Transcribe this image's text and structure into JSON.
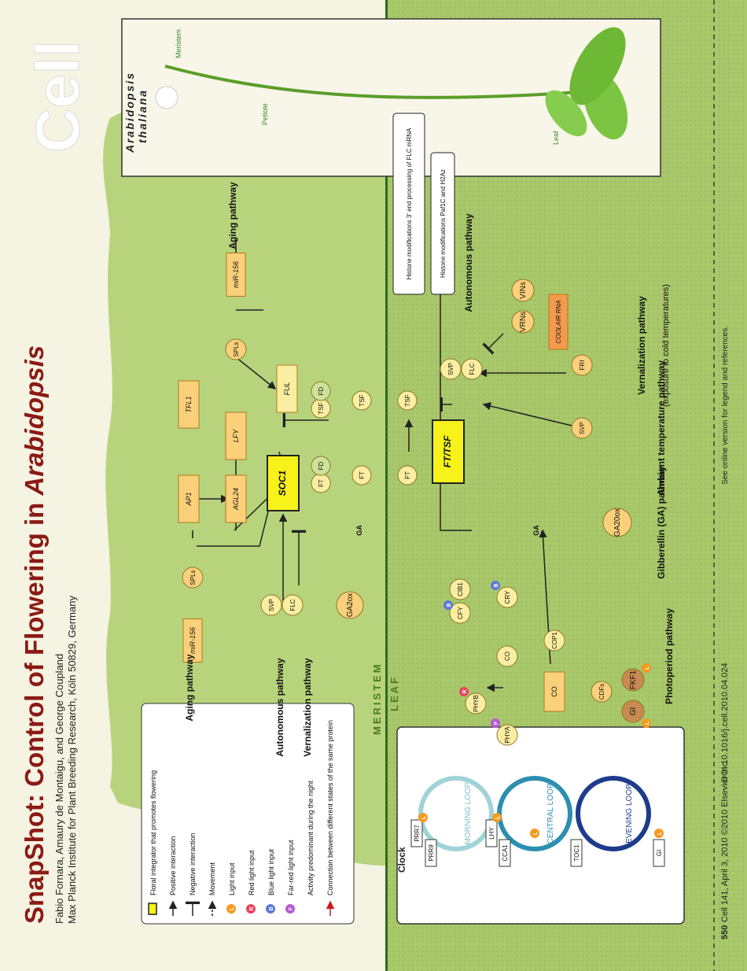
{
  "header": {
    "journal": "Cell",
    "title_prefix": "SnapShot: Control of Flowering in ",
    "title_italic": "Arabidopsis",
    "authors": "Fabio Fornara, Amaury de Montaigu, and George Coupland",
    "affiliation": "Max Planck Institute for Plant Breeding Research, Köln 50829, Germany"
  },
  "footer": {
    "page": "550",
    "citation": "Cell 141, April 3, 2010 ©2010 Elsevier Inc.",
    "doi": "DOI 10.1016/j.cell.2010.04.024",
    "note": "See online version for legend and references."
  },
  "plant": {
    "title1": "Arabidopsis",
    "title2": "thaliana",
    "meristem": "Meristem",
    "petiole": "Petiole",
    "leaf": "Leaf"
  },
  "regions": {
    "meristem": "MERISTEM",
    "leaf": "LEAF"
  },
  "meristem_nodes": {
    "soc1": "SOC1",
    "ap1": "AP1",
    "lfy": "LFY",
    "agl24": "AGL24",
    "tfl1": "TFL1",
    "ful": "FUL",
    "spls_top": "SPLs",
    "spls_bottom": "SPLs",
    "mir156_top": "miR-156",
    "mir156_bottom": "miR-156",
    "svp": "SVP",
    "flc": "FLC",
    "ga2ox": "GA2ox",
    "ft": "FT",
    "fd1": "FD",
    "tsf": "TSF",
    "fd2": "FD",
    "ft_in": "FT",
    "tsf_in": "TSF",
    "ga": "GA"
  },
  "meristem_pathways": {
    "aging_top": "Aging pathway",
    "aging_bottom": "Aging pathway",
    "autonomous": "Autonomous pathway",
    "vernalization": "Vernalization pathway"
  },
  "leaf_nodes": {
    "fttsf": "FT/TSF",
    "ft": "FT",
    "tsf": "TSF",
    "svp": "SVP",
    "flc": "FLC",
    "vrns": "VRNs",
    "vins": "VINs",
    "coolair": "COOLAIR RNA",
    "fri": "FRI",
    "svp2": "SVP",
    "ga20ox": "GA20ox",
    "ga": "GA",
    "cib1": "CIB1",
    "cry": "CRY",
    "cfy": "CFY",
    "cop1": "COP1",
    "co_protein": "CO",
    "co_gene": "CO",
    "phyb": "PHYB",
    "phya": "PHYA",
    "cdfs": "CDFs",
    "gi": "GI",
    "fkf1": "FKF1"
  },
  "leaf_boxes": {
    "histone1": "Histone modifications 3' end processing of FLC mRNA",
    "histone2": "Histone modifications Paf1C and H2Az"
  },
  "leaf_pathways": {
    "autonomous": "Autonomous pathway",
    "vernalization_title": "Vernalization pathway",
    "vernalization_sub": "(exposure to cold temperatures)",
    "ambient": "Ambient temperature pathway",
    "ga": "Gibberellin (GA) pathway",
    "photoperiod": "Photoperiod pathway"
  },
  "clock": {
    "title": "Clock",
    "prr7": "PRR7",
    "prr9": "PRR9",
    "lhy": "LHY",
    "cca1": "CCA1",
    "toc1": "TOC1",
    "gi": "GI",
    "morning": "MORNING LOOP",
    "central": "CENTRAL LOOP",
    "evening": "EVENING LOOP"
  },
  "legend": [
    {
      "icon": "floral-integrator",
      "text": "Floral integrator that promotes flowering"
    },
    {
      "icon": "positive-arrow",
      "text": "Positive interaction"
    },
    {
      "icon": "negative-bar",
      "text": "Negative interaction"
    },
    {
      "icon": "movement-arrow",
      "text": "Movement"
    },
    {
      "icon": "light-L",
      "text": "Light input"
    },
    {
      "icon": "light-R",
      "text": "Red light input"
    },
    {
      "icon": "light-B",
      "text": "Blue light input"
    },
    {
      "icon": "light-F",
      "text": "Far-red light input"
    },
    {
      "icon": "moon",
      "text": "Activity predominant during the night"
    },
    {
      "icon": "red-arrow",
      "text": "Connection between different states of the same protein"
    }
  ],
  "light_letters": {
    "L": "L",
    "R": "R",
    "B": "B",
    "F": "F"
  },
  "colors": {
    "title_red": "#8b1a14",
    "green_bg": "#a8c86a",
    "mound_green": "#b4d27a",
    "cream": "#f5f3e2",
    "integrator_yellow": "#f6f21a",
    "node_yellow": "#fbeea0",
    "box_orange": "#fbd07a",
    "light_orange": "#f59a1f",
    "red_light": "#e8455c",
    "blue_light": "#5b79d9",
    "farred_light": "#b55ad6",
    "morning_loop": "#9fd3d8",
    "central_loop": "#2c8fb0",
    "evening_loop": "#1e3c8c"
  }
}
